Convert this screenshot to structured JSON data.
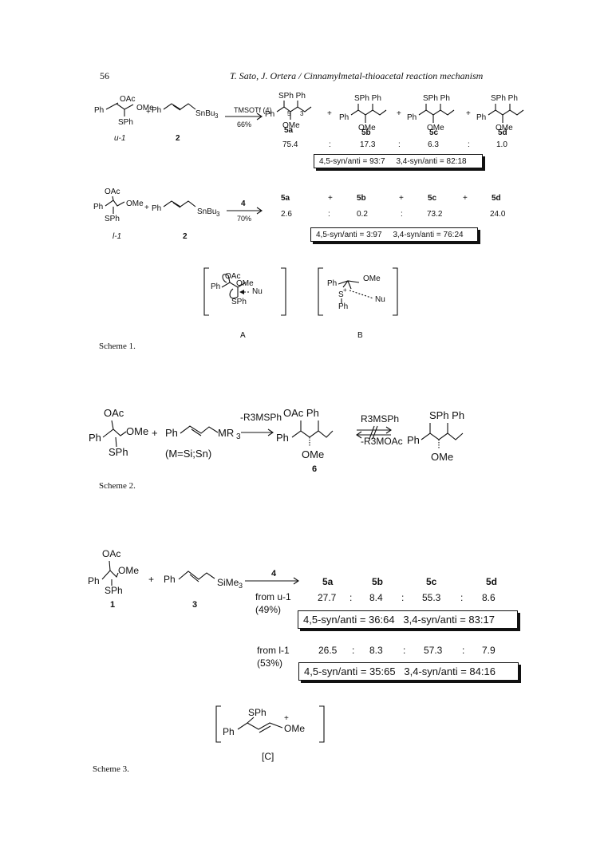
{
  "header": {
    "page_number": "56",
    "running_title": "T. Sato, J. Ortera / Cinnamylmetal-thioacetal reaction mechanism"
  },
  "scheme1": {
    "caption": "Scheme 1.",
    "row1": {
      "reactant1_label": "u-1",
      "reactant2_label": "2",
      "reagent": "TMSOTf (4)",
      "yield": "66%",
      "products": [
        "5a",
        "5b",
        "5c",
        "5d"
      ],
      "ratios": [
        "75.4",
        "17.3",
        "6.3",
        "1.0"
      ],
      "separator": ":",
      "selectivity": "4,5-syn/anti = 93:7     3,4-syn/anti = 82:18"
    },
    "row2": {
      "reactant1_label": "l-1",
      "reactant2_label": "2",
      "reagent": "4",
      "yield": "70%",
      "products": [
        "5a",
        "5b",
        "5c",
        "5d"
      ],
      "plus": "+",
      "ratios": [
        "2.6",
        "0.2",
        "73.2",
        "24.0"
      ],
      "separator": ":",
      "selectivity": "4,5-syn/anti = 3:97     3,4-syn/anti = 76:24"
    },
    "intermediates": [
      "A",
      "B"
    ]
  },
  "scheme2": {
    "caption": "Scheme 2.",
    "reagent_forward": "-R3MSPh",
    "reagent_back_top": "R3MSPh",
    "reagent_back_bottom": "-R3MOAc",
    "metal_note": "(M=Si;Sn)",
    "product_label": "6"
  },
  "scheme3": {
    "caption": "Scheme 3.",
    "reactant1_label": "1",
    "reactant2_label": "3",
    "reagent": "4",
    "products": [
      "5a",
      "5b",
      "5c",
      "5d"
    ],
    "from_u": {
      "label": "from u-1",
      "yield": "(49%)",
      "ratios": [
        "27.7",
        "8.4",
        "55.3",
        "8.6"
      ],
      "selectivity": "4,5-syn/anti = 36:64   3,4-syn/anti = 83:17"
    },
    "from_l": {
      "label": "from l-1",
      "yield": "(53%)",
      "ratios": [
        "26.5",
        "8.3",
        "57.3",
        "7.9"
      ],
      "selectivity": "4,5-syn/anti = 35:65   3,4-syn/anti = 84:16"
    },
    "separator": ":",
    "intermediate": "[C]"
  }
}
